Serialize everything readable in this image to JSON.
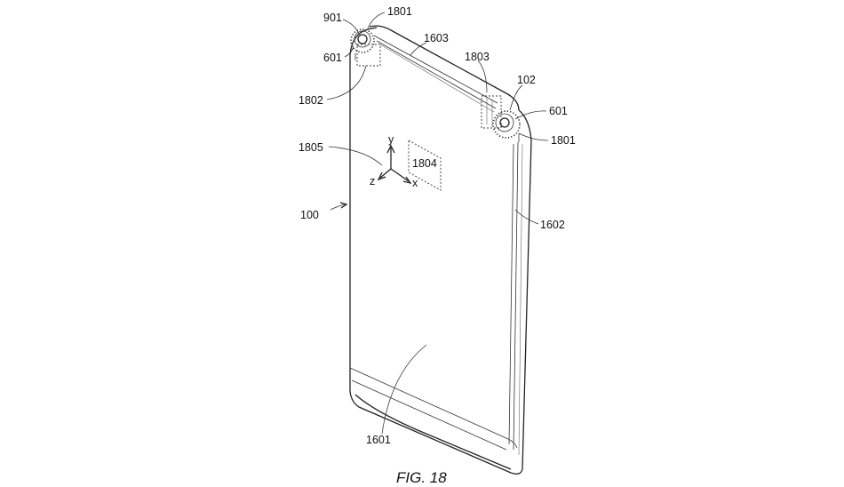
{
  "figure": {
    "caption": "FIG. 18",
    "labels": {
      "l901": "901",
      "l1801_top": "1801",
      "l601_left": "601",
      "l1603": "1603",
      "l1803": "1803",
      "l102": "102",
      "l601_right": "601",
      "l1801_right": "1801",
      "l1802": "1802",
      "l1805": "1805",
      "l1804": "1804",
      "l100": "100",
      "l1602": "1602",
      "l1601": "1601"
    },
    "axes": {
      "y": "y",
      "x": "x",
      "z": "z"
    }
  }
}
